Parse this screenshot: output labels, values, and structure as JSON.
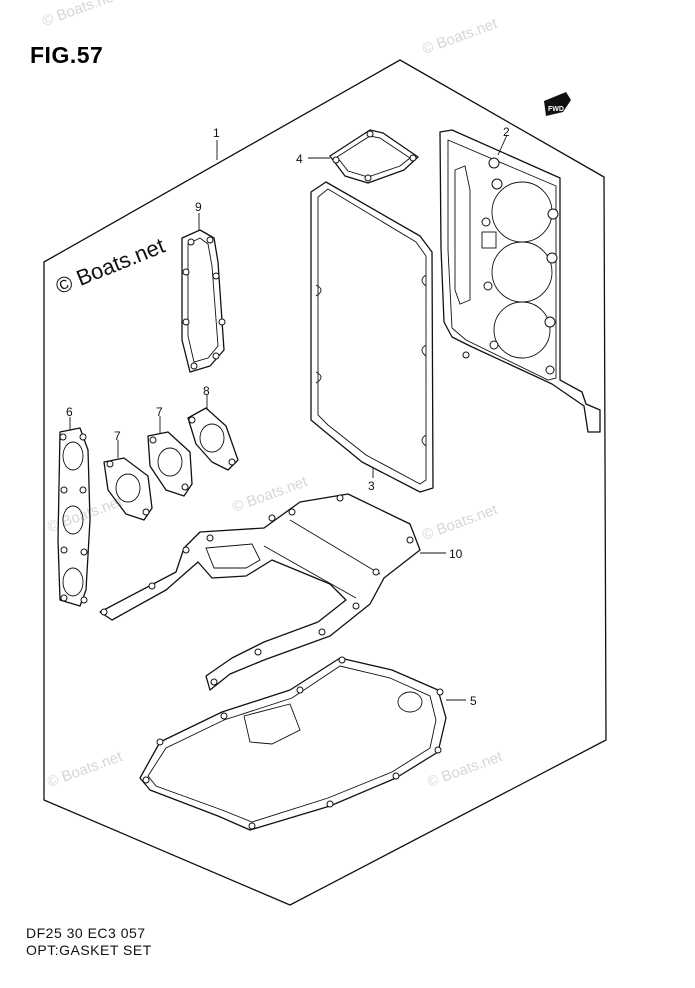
{
  "figure": {
    "title": "FIG.57"
  },
  "watermarks": {
    "main": "© Boats.net",
    "repeat": [
      "© Boats.net",
      "© Boats.net",
      "© Boats.net",
      "© Boats.net",
      "© Boats.net",
      "© Boats.net",
      "© Boats.net"
    ]
  },
  "callouts": [
    "1",
    "2",
    "3",
    "4",
    "5",
    "6",
    "7",
    "7",
    "8",
    "9",
    "10"
  ],
  "fwd_badge": "FWD",
  "footer": {
    "line1": "DF25 30 EC3 057",
    "line2": "OPT:GASKET SET"
  }
}
